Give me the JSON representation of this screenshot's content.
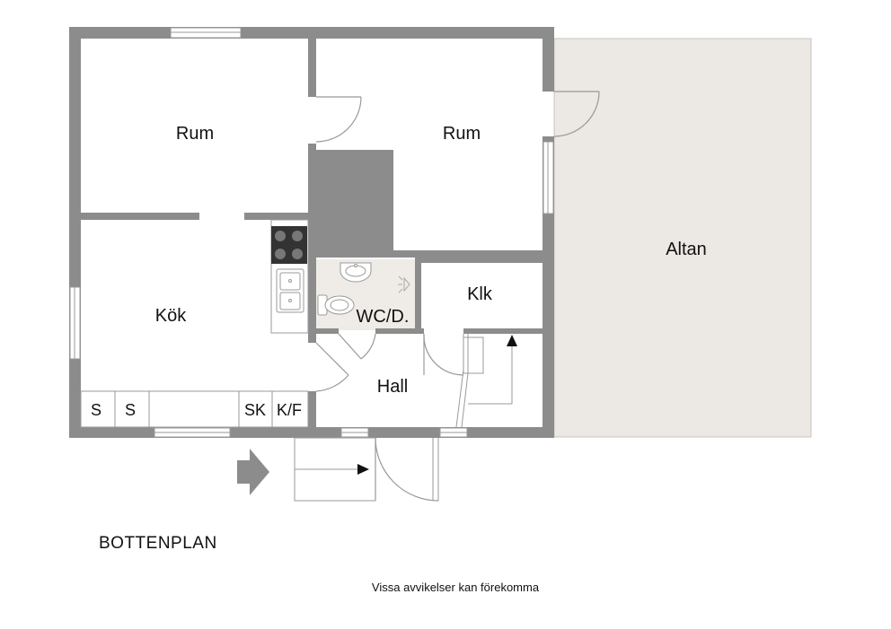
{
  "plan": {
    "title": "BOTTENPLAN",
    "disclaimer": "Vissa avvikelser kan förekomma"
  },
  "rooms": {
    "bedroom_1": "Rum",
    "bedroom_2": "Rum",
    "kitchen": "Kök",
    "wc": "WC/D.",
    "closet": "Klk",
    "hall": "Hall",
    "terrace": "Altan"
  },
  "storage": {
    "s1": "S",
    "s2": "S",
    "sk": "SK",
    "kf": "K/F"
  },
  "colors": {
    "wall": "#8c8c8c",
    "terrace": "#ece8e3",
    "wet_floor": "#efebe6",
    "shaft": "#8c8c8c",
    "line": "#aaaaaa"
  }
}
